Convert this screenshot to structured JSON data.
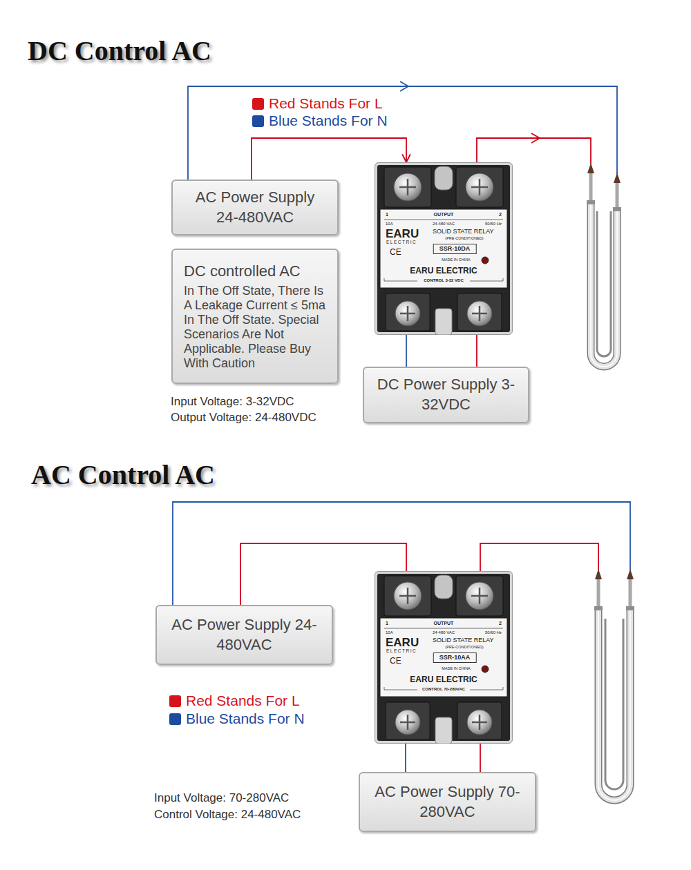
{
  "diagram": {
    "title": "DC Control AC",
    "nodes": [
      {
        "text": [
          "AC Power Supply 24-480VAC"
        ]
      },
      {
        "text": [
          "OUTPUT",
          "1",
          "2",
          "10A",
          "24-480 VAC",
          "50/60 Hz",
          "EARU",
          "ELECTRIC",
          "SOLID STATE RELAY",
          "(PRE-CONDITIONED)",
          "SSR-10DA",
          "CE",
          "MADE IN CHINA",
          "EARU ELECTRIC",
          "CONTROL 3-32 VDC"
        ]
      },
      {
        "text": [
          "DC controlled AC",
          "In The Off State, There Is A Leakage Current ≤ 5ma In The Off State. Special Scenarios Are Not Applicable. Please Buy With Caution"
        ]
      },
      {
        "text": [
          "DC Power Supply 3-32VDC"
        ]
      },
      {
        "text": [
          "AC Power Supply 24-480VAC"
        ]
      },
      {
        "text": [
          "OUTPUT",
          "1",
          "2",
          "10A",
          "24-480 VAC",
          "50/60 Hz",
          "EARU",
          "ELECTRIC",
          "SOLID STATE RELAY",
          "(PRE-CONDITIONED)",
          "SSR-10AA",
          "CE",
          "MADE IN CHINA",
          "EARU ELECTRIC",
          "CONTROL 70-280VAC"
        ]
      },
      {
        "text": [
          "AC Power Supply 70-280VAC"
        ]
      }
    ],
    "edges": [
      {
        "from": 0,
        "to": 1,
        "arrow": "to"
      },
      {
        "from": 3,
        "to": 1,
        "arrow": "none"
      },
      {
        "from": 3,
        "to": 1,
        "arrow": "none"
      },
      {
        "from": 4,
        "to": 5,
        "arrow": "none"
      },
      {
        "from": 6,
        "to": 5,
        "arrow": "none"
      },
      {
        "from": 6,
        "to": 5,
        "arrow": "none"
      }
    ],
    "labels": [
      "Input Voltage: 3-32VDC",
      "Output Voltage: 24-480VDC",
      "AC Control AC",
      "Input Voltage: 70-280VAC",
      "Control Voltage: 24-480VAC"
    ],
    "legend": [
      {
        "text": "Red Stands For L",
        "color": "#d7141c"
      },
      {
        "text": "Blue Stands For N",
        "color": "#1c4ba0"
      },
      {
        "text": "Red Stands For L",
        "color": "#d7141c"
      },
      {
        "text": "Blue Stands For N",
        "color": "#1c4ba0"
      }
    ]
  }
}
